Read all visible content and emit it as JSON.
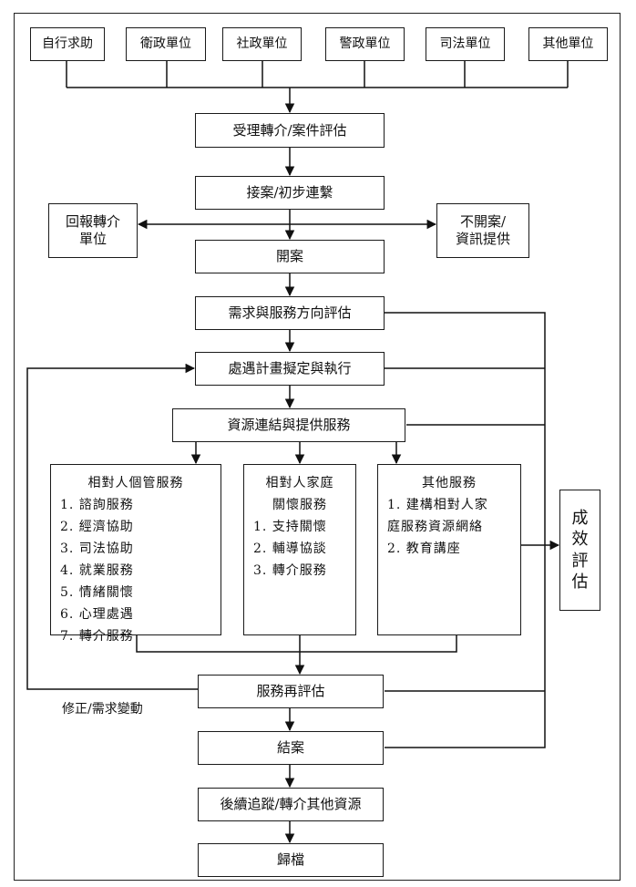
{
  "sources": [
    "自行求助",
    "衛政單位",
    "社政單位",
    "警政單位",
    "司法單位",
    "其他單位"
  ],
  "steps": {
    "intake": "受理轉介/案件評估",
    "accept": "接案/初步連繫",
    "report_back": [
      "回報轉介",
      "單位"
    ],
    "not_open": [
      "不開案/",
      "資訊提供"
    ],
    "open_case": "開案",
    "needs_assessment": "需求與服務方向評估",
    "plan": "處遇計畫擬定與執行",
    "resources": "資源連結與提供服務",
    "reassess": "服務再評估",
    "close": "結案",
    "followup": "後續追蹤/轉介其他資源",
    "archive": "歸檔"
  },
  "services": {
    "individual": {
      "title": "相對人個管服務",
      "items": [
        "1. 諮詢服務",
        "2. 經濟協助",
        "3. 司法協助",
        "4. 就業服務",
        "5. 情緒關懷",
        "6. 心理處遇",
        "7. 轉介服務"
      ]
    },
    "family": {
      "title": [
        "相對人家庭",
        "關懷服務"
      ],
      "items": [
        "1. 支持關懷",
        "2. 輔導協談",
        "3. 轉介服務"
      ]
    },
    "other": {
      "title": "其他服務",
      "items": [
        "1. 建構相對人家",
        "庭服務資源網絡",
        "2. 教育講座"
      ]
    }
  },
  "outcome_eval": [
    "成",
    "效",
    "評",
    "估"
  ],
  "loop_label": "修正/需求變動"
}
